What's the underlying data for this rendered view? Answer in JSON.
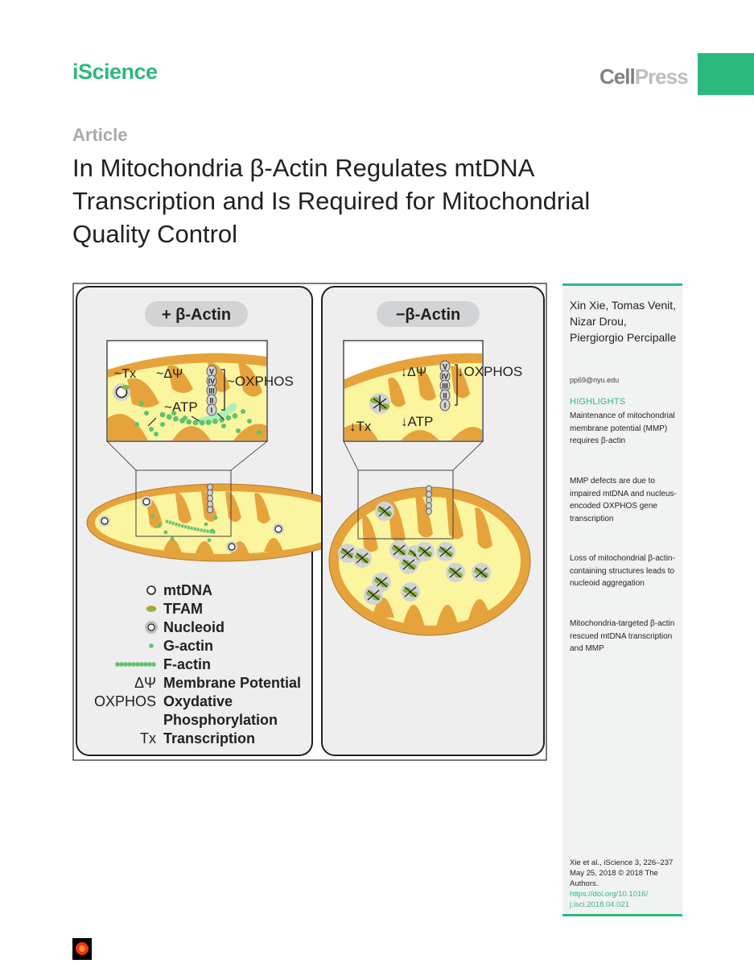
{
  "header": {
    "journal": "iScience",
    "publisher_cell": "Cell",
    "publisher_press": "Press"
  },
  "article": {
    "type": "Article",
    "title_lines": [
      "In Mitochondria β-Actin Regulates mtDNA",
      "Transcription and Is Required for Mitochondrial",
      "Quality Control"
    ]
  },
  "figure": {
    "left_panel_title": "+ β-Actin",
    "right_panel_title": "−β-Actin",
    "left_labels": {
      "tx": "~Tx",
      "dpsi": "~ΔΨ",
      "oxphos": "~OXPHOS",
      "atp": "~ATP"
    },
    "right_labels": {
      "dpsi": "↓ΔΨ",
      "oxphos": "↓OXPHOS",
      "tx": "↓Tx",
      "atp": "↓ATP"
    },
    "complexes": [
      "V",
      "IV",
      "III",
      "II",
      "I"
    ],
    "legend": [
      {
        "symbol": "",
        "label": "mtDNA"
      },
      {
        "symbol": "",
        "label": "TFAM"
      },
      {
        "symbol": "",
        "label": "Nucleoid"
      },
      {
        "symbol": "",
        "label": "G-actin"
      },
      {
        "symbol": "",
        "label": "F-actin"
      },
      {
        "symbol": "ΔΨ",
        "label": "Membrane Potential"
      },
      {
        "symbol": "OXPHOS",
        "label": "Oxydative"
      },
      {
        "symbol": "",
        "label": "Phosphorylation"
      },
      {
        "symbol": "Tx",
        "label": "Transcription"
      }
    ],
    "colors": {
      "outer": "#e6a33c",
      "matrix": "#fbf5a0",
      "actin": "#5ec46d",
      "tfam": "#8ab43c"
    }
  },
  "sidebar": {
    "authors": "Xin Xie, Tomas Venit, Nizar Drou, Piergiorgio Percipalle",
    "email": "pp69@nyu.edu",
    "highlights_title": "HIGHLIGHTS",
    "highlights": [
      "Maintenance of mitochondrial membrane potential (MMP) requires β-actin",
      "MMP defects are due to impaired mtDNA and nucleus-encoded OXPHOS gene transcription",
      "Loss of mitochondrial β-actin-containing structures leads to nucleoid aggregation",
      "Mitochondria-targeted β-actin rescued mtDNA transcription and MMP"
    ],
    "citation": "Xie et al., iScience 3, 226–237 May 25, 2018 © 2018 The Authors.",
    "doi": "https://doi.org/10.1016/ j.isci.2018.04.021"
  }
}
